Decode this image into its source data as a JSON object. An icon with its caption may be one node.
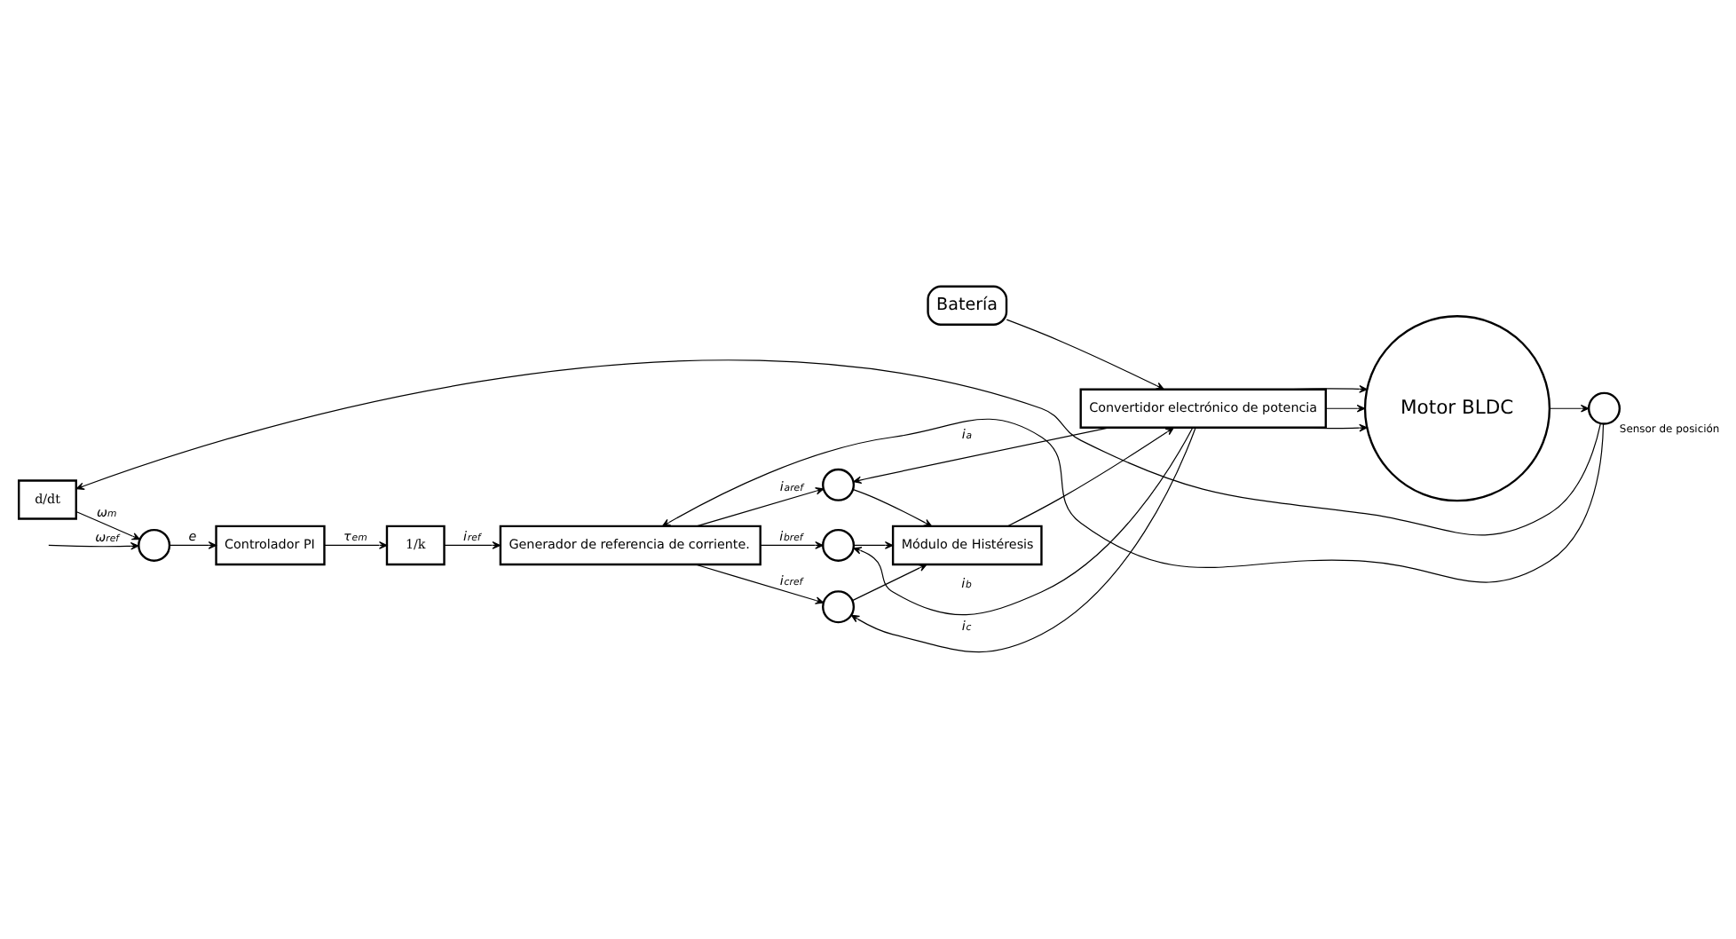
{
  "diagram": {
    "nodes": [
      {
        "text": [
          "Batería"
        ]
      },
      {
        "text": [
          "Convertidor electrónico de potencia"
        ]
      },
      {
        "text": [
          "Motor BLDC"
        ]
      },
      {
        "text": [
          "Módulo de Histéresis"
        ]
      },
      {
        "text": [],
        "shape": "circle",
        "beside": [
          "Sensor de posición"
        ]
      },
      {
        "text": [],
        "shape": "circle"
      },
      {
        "text": [
          "Controlador PI"
        ]
      },
      {
        "text": [
          "1/k"
        ]
      },
      {
        "text": [
          "Generador de referencia de corriente."
        ]
      },
      {
        "text": [
          "d/dt"
        ]
      },
      {
        "text": [],
        "shape": "circle"
      },
      {
        "text": [],
        "shape": "circle"
      },
      {
        "text": [],
        "shape": "circle"
      }
    ],
    "edges": [
      {
        "from": null,
        "to": 5,
        "arrow": "to",
        "label": "ω$_{ref}$"
      },
      {
        "from": 5,
        "to": 6,
        "arrow": "to",
        "label": "e"
      },
      {
        "from": 6,
        "to": 7,
        "arrow": "to",
        "label": "τ$_{em}$"
      },
      {
        "from": 7,
        "to": 8,
        "arrow": "to",
        "label": "i$_{ref}$"
      },
      {
        "from": 8,
        "to": 10,
        "arrow": "to",
        "label": "i$_{aref}$"
      },
      {
        "from": 8,
        "to": 11,
        "arrow": "to",
        "label": "i$_{bref}$"
      },
      {
        "from": 8,
        "to": 12,
        "arrow": "to",
        "label": "i$_{cref}$"
      },
      {
        "from": 0,
        "to": 1,
        "arrow": "to"
      },
      {
        "from": 1,
        "to": 2,
        "arrow": "to"
      },
      {
        "from": 1,
        "to": 2,
        "arrow": "to"
      },
      {
        "from": 1,
        "to": 2,
        "arrow": "to"
      },
      {
        "from": 1,
        "to": 10,
        "arrow": "to",
        "label": "i$_{a}$"
      },
      {
        "from": 1,
        "to": 11,
        "arrow": "to",
        "label": "i$_{b}$"
      },
      {
        "from": 1,
        "to": 12,
        "arrow": "to",
        "label": "i$_{c}$"
      },
      {
        "from": 10,
        "to": 3,
        "arrow": "to"
      },
      {
        "from": 11,
        "to": 3,
        "arrow": "to"
      },
      {
        "from": 12,
        "to": 3,
        "arrow": "to"
      },
      {
        "from": 3,
        "to": 1,
        "arrow": "to"
      },
      {
        "from": 2,
        "to": 4,
        "arrow": "to"
      },
      {
        "from": 4,
        "to": 9,
        "arrow": "to"
      },
      {
        "from": 4,
        "to": 8,
        "arrow": "to"
      },
      {
        "from": 9,
        "to": 5,
        "arrow": "to",
        "label": "ω$_{m}$"
      }
    ]
  }
}
